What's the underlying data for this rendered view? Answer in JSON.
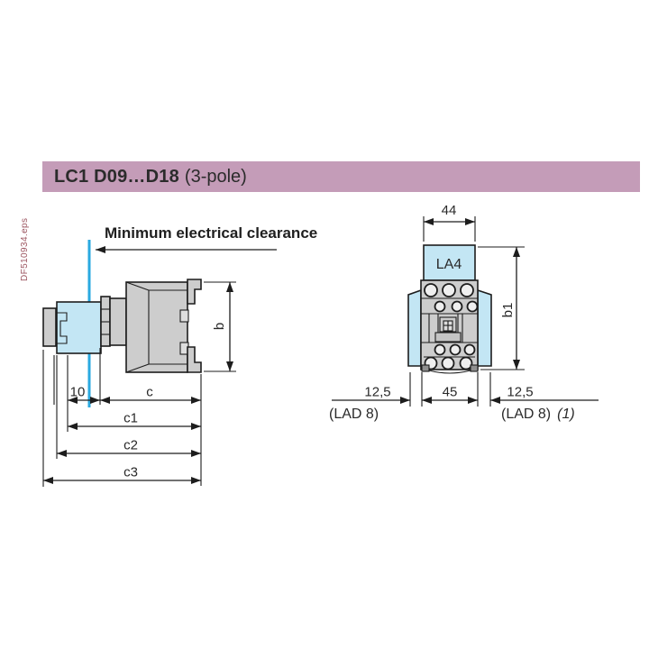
{
  "header": {
    "product": "LC1 D09…D18",
    "variant": "(3-pole)"
  },
  "watermark": "DF510934.eps",
  "side_view": {
    "clearance_label": "Minimum electrical clearance",
    "dim_10": "10",
    "dim_c": "c",
    "dim_c1": "c1",
    "dim_c2": "c2",
    "dim_c3": "c3",
    "dim_b": "b"
  },
  "front_view": {
    "dim_44": "44",
    "module_label": "LA4",
    "dim_b1": "b1",
    "dim_left": "12,5",
    "dim_left_sub": "(LAD 8)",
    "dim_center": "45",
    "dim_right": "12,5",
    "dim_right_sub": "(LAD 8)",
    "dim_right_note": "(1)"
  },
  "colors": {
    "accent_pink": "#c49cb8",
    "highlight_blue": "#c3e6f4",
    "clearance_line_blue": "#2aa9e0",
    "body_gray": "#cdcdcd",
    "line_dark": "#1d1d1d",
    "watermark_red": "#9c5560"
  }
}
